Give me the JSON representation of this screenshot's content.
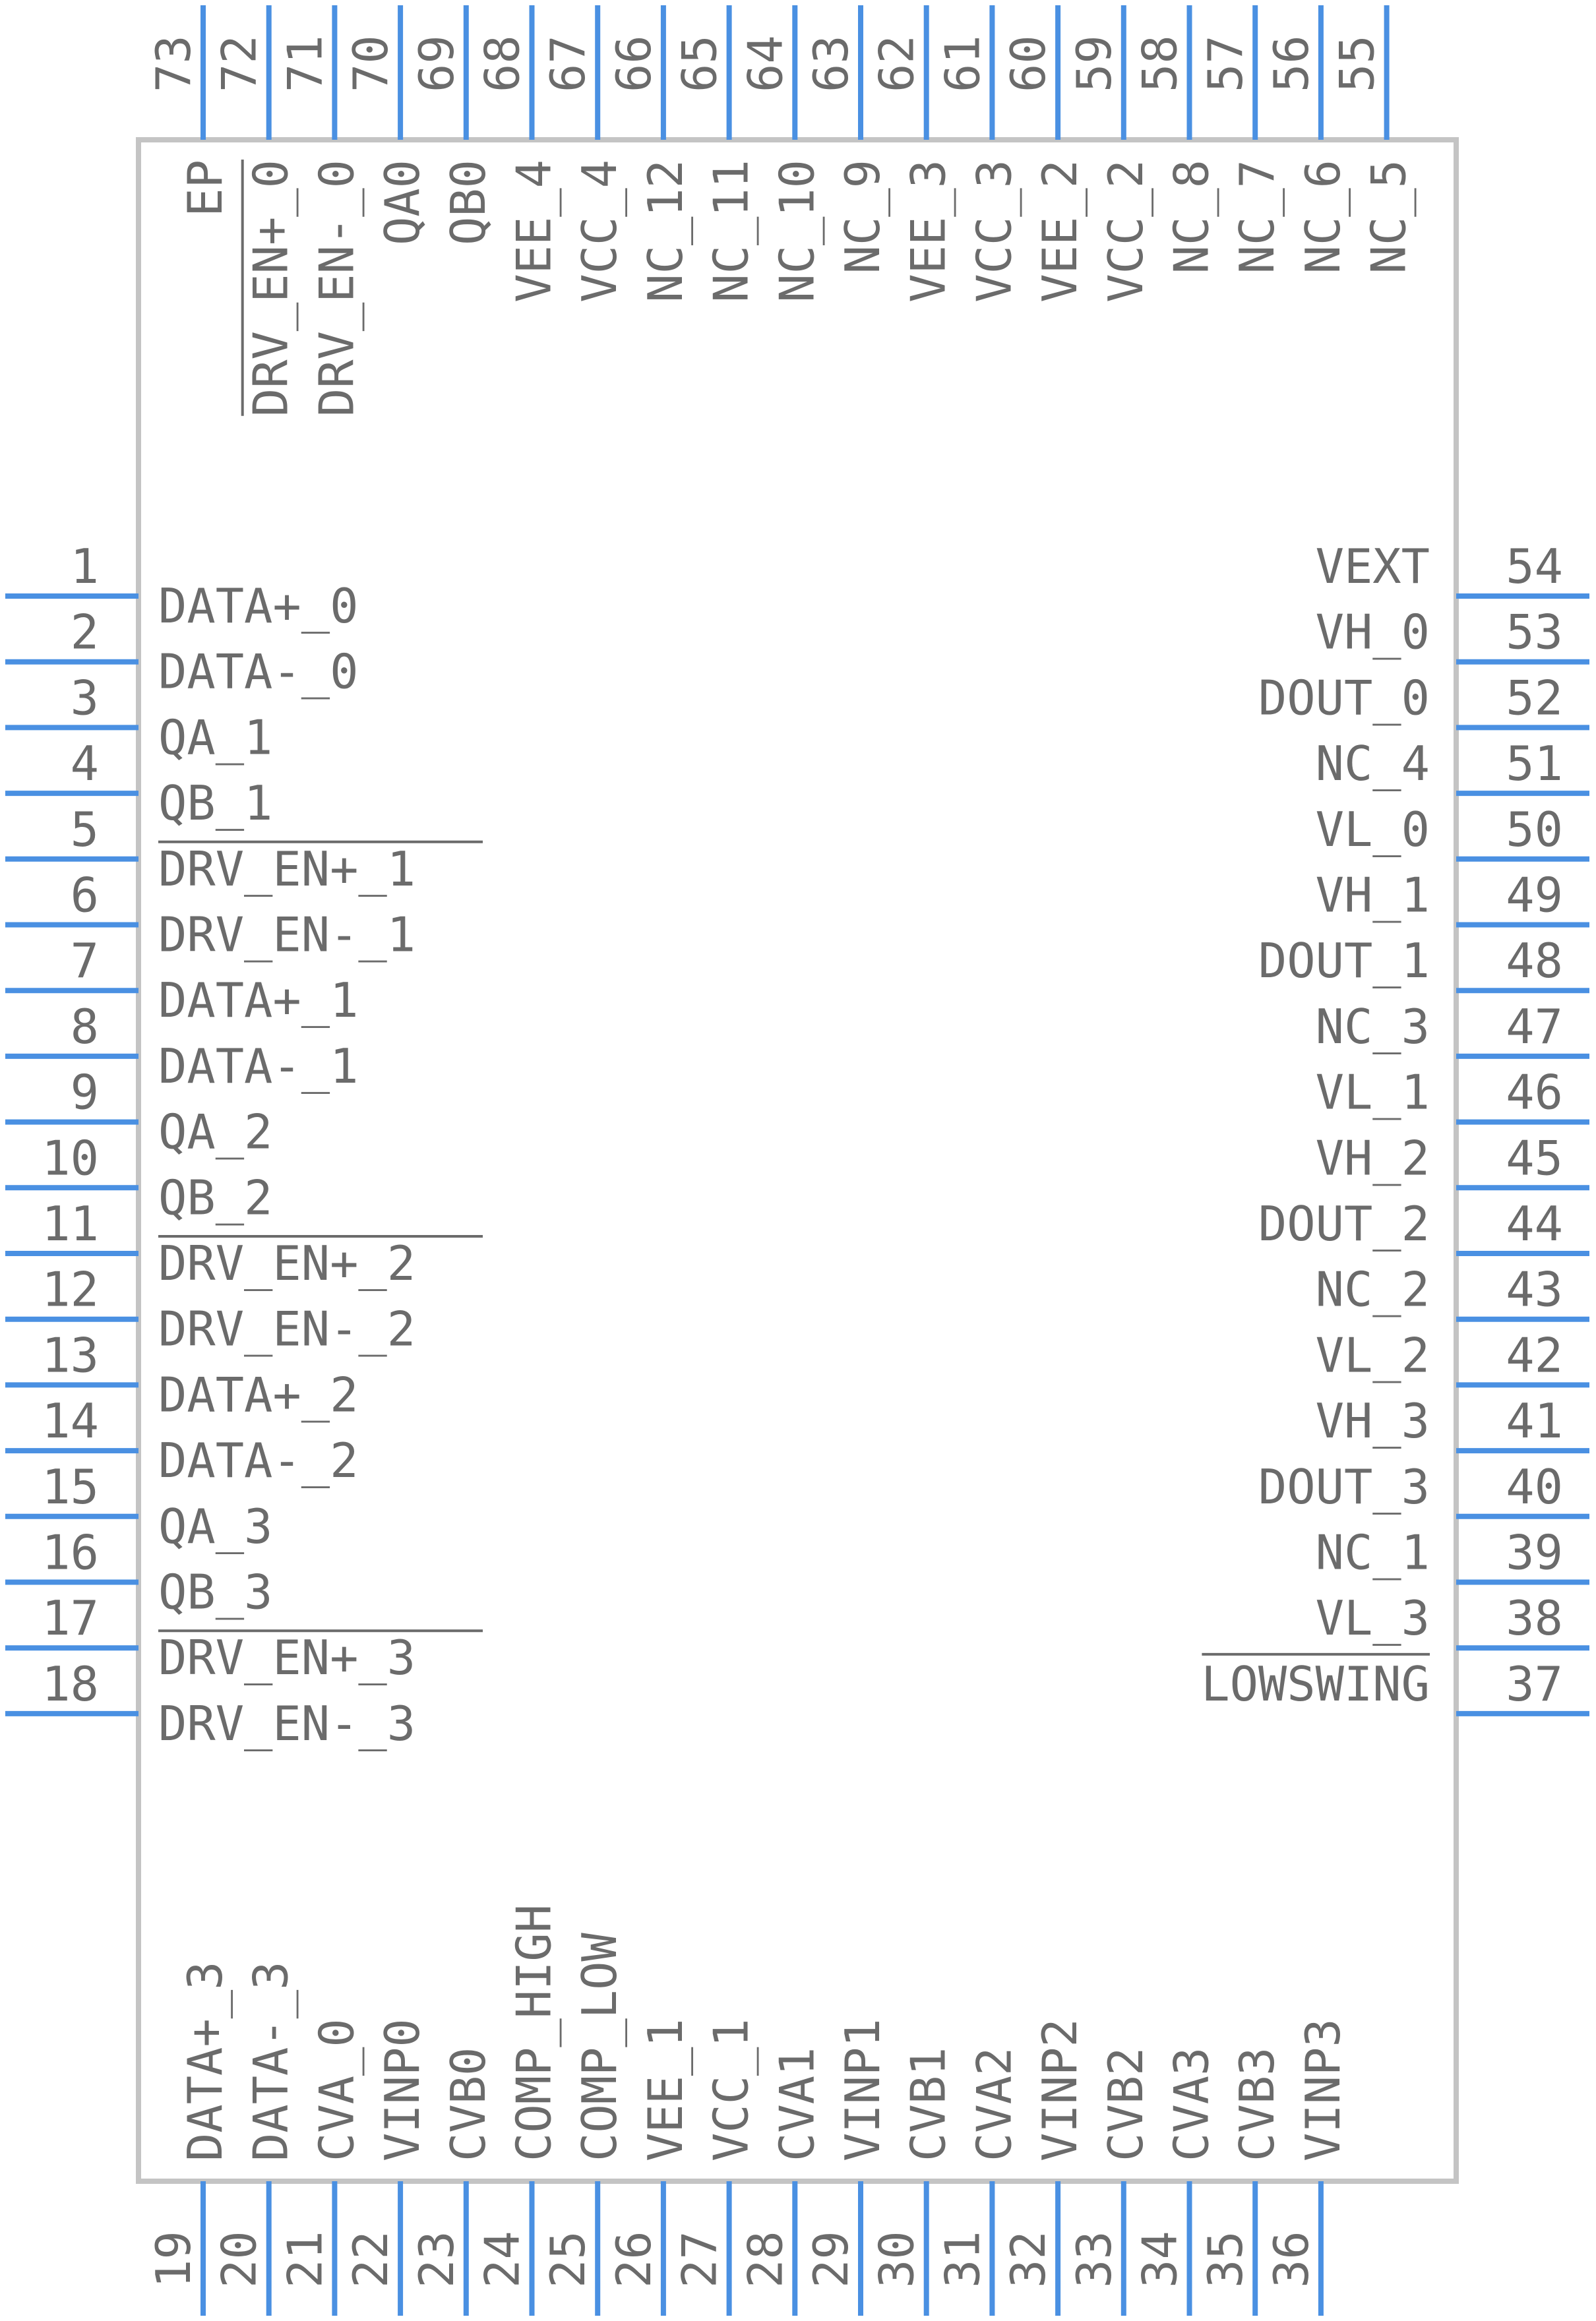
{
  "colors": {
    "body_stroke": "#c4c4c4",
    "pin_line": "#4a90e2",
    "text": "#6b6b6b",
    "overbar": "#6b6b6b"
  },
  "component": {
    "pins": {
      "left": [
        {
          "num": "1",
          "name": "DATA+_0"
        },
        {
          "num": "2",
          "name": "DATA-_0"
        },
        {
          "num": "3",
          "name": "QA_1"
        },
        {
          "num": "4",
          "name": "QB_1"
        },
        {
          "num": "5",
          "name": "DRV_EN+_1",
          "overbar": true
        },
        {
          "num": "6",
          "name": "DRV_EN-_1"
        },
        {
          "num": "7",
          "name": "DATA+_1"
        },
        {
          "num": "8",
          "name": "DATA-_1"
        },
        {
          "num": "9",
          "name": "QA_2"
        },
        {
          "num": "10",
          "name": "QB_2"
        },
        {
          "num": "11",
          "name": "DRV_EN+_2",
          "overbar": true
        },
        {
          "num": "12",
          "name": "DRV_EN-_2"
        },
        {
          "num": "13",
          "name": "DATA+_2"
        },
        {
          "num": "14",
          "name": "DATA-_2"
        },
        {
          "num": "15",
          "name": "QA_3"
        },
        {
          "num": "16",
          "name": "QB_3"
        },
        {
          "num": "17",
          "name": "DRV_EN+_3",
          "overbar": true
        },
        {
          "num": "18",
          "name": "DRV_EN-_3"
        }
      ],
      "right": [
        {
          "num": "54",
          "name": "VEXT"
        },
        {
          "num": "53",
          "name": "VH_0"
        },
        {
          "num": "52",
          "name": "DOUT_0"
        },
        {
          "num": "51",
          "name": "NC_4"
        },
        {
          "num": "50",
          "name": "VL_0"
        },
        {
          "num": "49",
          "name": "VH_1"
        },
        {
          "num": "48",
          "name": "DOUT_1"
        },
        {
          "num": "47",
          "name": "NC_3"
        },
        {
          "num": "46",
          "name": "VL_1"
        },
        {
          "num": "45",
          "name": "VH_2"
        },
        {
          "num": "44",
          "name": "DOUT_2"
        },
        {
          "num": "43",
          "name": "NC_2"
        },
        {
          "num": "42",
          "name": "VL_2"
        },
        {
          "num": "41",
          "name": "VH_3"
        },
        {
          "num": "40",
          "name": "DOUT_3"
        },
        {
          "num": "39",
          "name": "NC_1"
        },
        {
          "num": "38",
          "name": "VL_3"
        },
        {
          "num": "37",
          "name": "LOWSWING",
          "overbar": true
        }
      ],
      "top": [
        {
          "num": "73",
          "name": "EP"
        },
        {
          "num": "72",
          "name": "DRV_EN+_0",
          "overbar": true
        },
        {
          "num": "71",
          "name": "DRV_EN-_0"
        },
        {
          "num": "70",
          "name": "QA0"
        },
        {
          "num": "69",
          "name": "QB0"
        },
        {
          "num": "68",
          "name": "VEE_4"
        },
        {
          "num": "67",
          "name": "VCC_4"
        },
        {
          "num": "66",
          "name": "NC_12"
        },
        {
          "num": "65",
          "name": "NC_11"
        },
        {
          "num": "64",
          "name": "NC_10"
        },
        {
          "num": "63",
          "name": "NC_9"
        },
        {
          "num": "62",
          "name": "VEE_3"
        },
        {
          "num": "61",
          "name": "VCC_3"
        },
        {
          "num": "60",
          "name": "VEE_2"
        },
        {
          "num": "59",
          "name": "VCC_2"
        },
        {
          "num": "58",
          "name": "NC_8"
        },
        {
          "num": "57",
          "name": "NC_7"
        },
        {
          "num": "56",
          "name": "NC_6"
        },
        {
          "num": "55",
          "name": "NC_5"
        }
      ],
      "bottom": [
        {
          "num": "19",
          "name": "DATA+_3"
        },
        {
          "num": "20",
          "name": "DATA-_3"
        },
        {
          "num": "21",
          "name": "CVA_0"
        },
        {
          "num": "22",
          "name": "VINP0"
        },
        {
          "num": "23",
          "name": "CVB0"
        },
        {
          "num": "24",
          "name": "COMP_HIGH"
        },
        {
          "num": "25",
          "name": "COMP_LOW"
        },
        {
          "num": "26",
          "name": "VEE_1"
        },
        {
          "num": "27",
          "name": "VCC_1"
        },
        {
          "num": "28",
          "name": "CVA1"
        },
        {
          "num": "29",
          "name": "VINP1"
        },
        {
          "num": "30",
          "name": "CVB1"
        },
        {
          "num": "31",
          "name": "CVA2"
        },
        {
          "num": "32",
          "name": "VINP2"
        },
        {
          "num": "33",
          "name": "CVB2"
        },
        {
          "num": "34",
          "name": "CVA3"
        },
        {
          "num": "35",
          "name": "CVB3"
        },
        {
          "num": "36",
          "name": "VINP3"
        }
      ]
    }
  }
}
